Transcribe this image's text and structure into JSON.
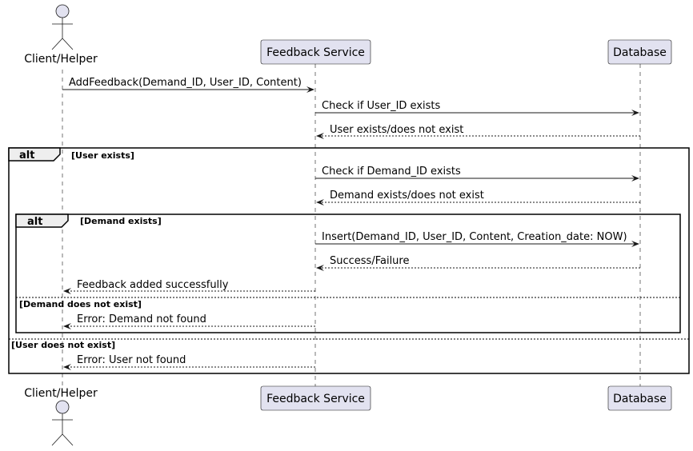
{
  "participants": {
    "client": "Client/Helper",
    "service": "Feedback Service",
    "database": "Database"
  },
  "messages": {
    "m1": "AddFeedback(Demand_ID, User_ID, Content)",
    "m2": "Check if User_ID exists",
    "m3": "User exists/does not exist",
    "m4": "Check if Demand_ID exists",
    "m5": "Demand exists/does not exist",
    "m6": "Insert(Demand_ID, User_ID, Content, Creation_date: NOW)",
    "m7": "Success/Failure",
    "m8": "Feedback added successfully",
    "m9": "Error: Demand not found",
    "m10": "Error: User not found"
  },
  "fragments": {
    "outer_keyword": "alt",
    "outer_guard": "[User exists]",
    "outer_else": "[User does not exist]",
    "inner_keyword": "alt",
    "inner_guard": "[Demand exists]",
    "inner_else": "[Demand does not exist]"
  },
  "colors": {
    "participant_fill": "#E2E2F0",
    "line": "#181818",
    "fragment_tab": "#EEEEEE"
  }
}
